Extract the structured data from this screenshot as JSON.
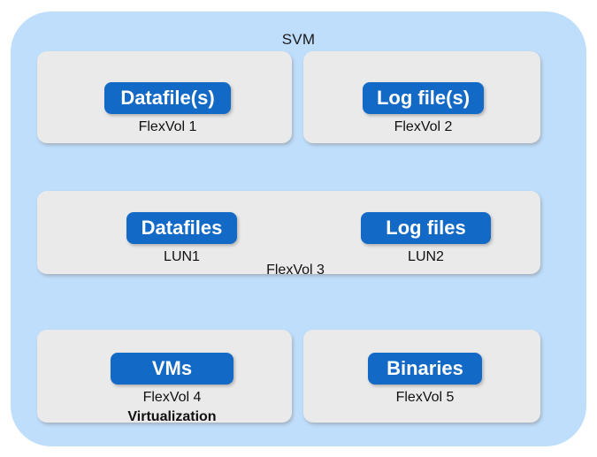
{
  "diagram": {
    "title": "SVM",
    "colors": {
      "container_background": "#BFDEFB",
      "card_background": "#EAEAEA",
      "pill_background": "#1269C6",
      "pill_text": "#FFFFFF",
      "label_text": "#111111",
      "page_background": "#FFFFFF"
    },
    "rows": [
      {
        "cards": [
          {
            "pill": "Datafile(s)",
            "labels": [
              "FlexVol 1"
            ]
          },
          {
            "pill": "Log file(s)",
            "labels": [
              "FlexVol 2"
            ]
          }
        ]
      },
      {
        "cards": [
          {
            "pills": [
              "Datafiles",
              "Log files"
            ],
            "lun_labels": [
              "LUN1",
              "LUN2"
            ],
            "volume_label": "FlexVol 3"
          }
        ]
      },
      {
        "cards": [
          {
            "pill": "VMs",
            "labels": [
              "FlexVol 4",
              "Virtualization"
            ]
          },
          {
            "pill": "Binaries",
            "labels": [
              "FlexVol 5"
            ]
          }
        ]
      }
    ]
  }
}
